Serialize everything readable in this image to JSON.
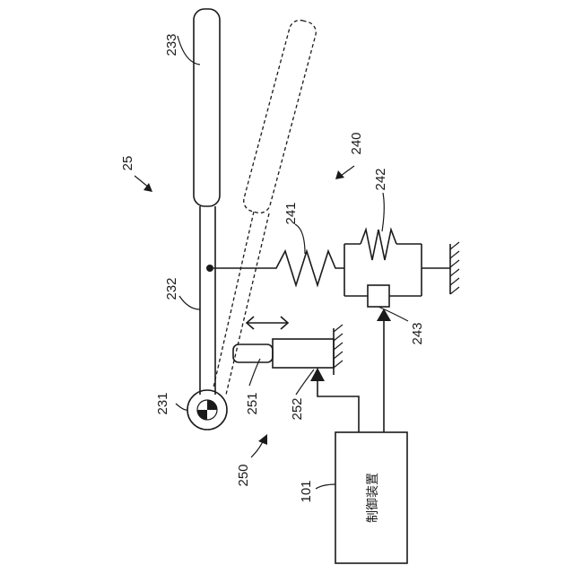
{
  "labels": {
    "pedal_pad": "233",
    "pedal_arm": "232",
    "pivot": "231",
    "assembly": "25",
    "spring": "241",
    "damper_unit": "242",
    "damper_actuator": "243",
    "stroke_unit": "240",
    "actuator_rod": "251",
    "actuator_valve": "252",
    "actuator_unit": "250",
    "controller": "101"
  },
  "controller_text": "制御装置"
}
